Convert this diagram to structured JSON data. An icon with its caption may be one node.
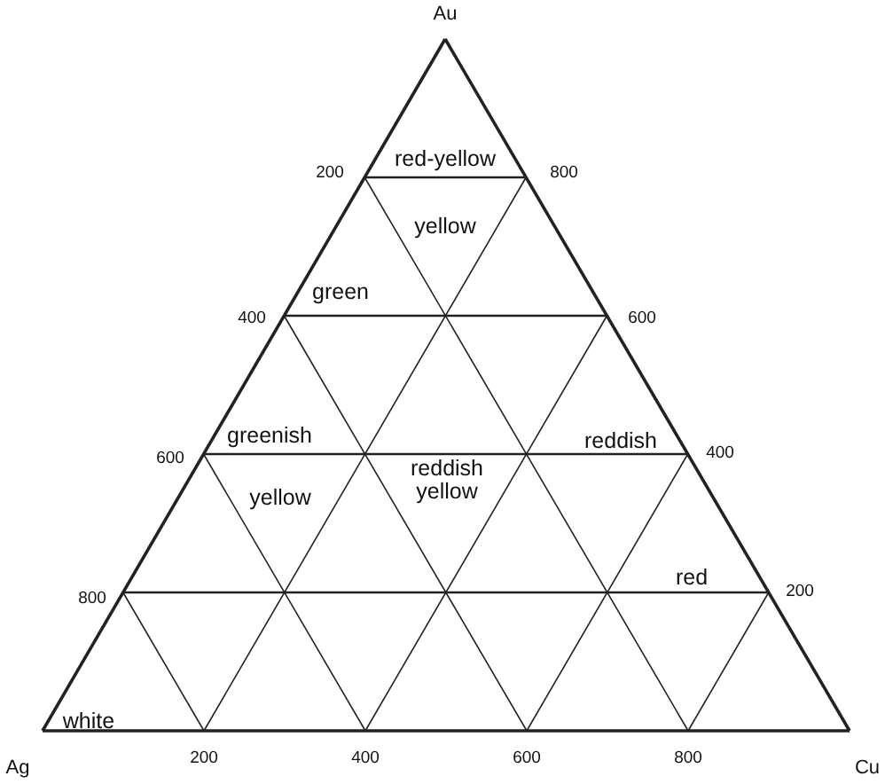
{
  "diagram": {
    "labels": [
      "Au",
      "200",
      "red-yellow",
      "800",
      "yellow",
      "green",
      "400",
      "600",
      "greenish",
      "600",
      "reddish",
      "reddish yellow",
      "400",
      "yellow",
      "red",
      "800",
      "200",
      "white",
      "Ag",
      "200",
      "400",
      "600",
      "800",
      "Cu"
    ]
  }
}
